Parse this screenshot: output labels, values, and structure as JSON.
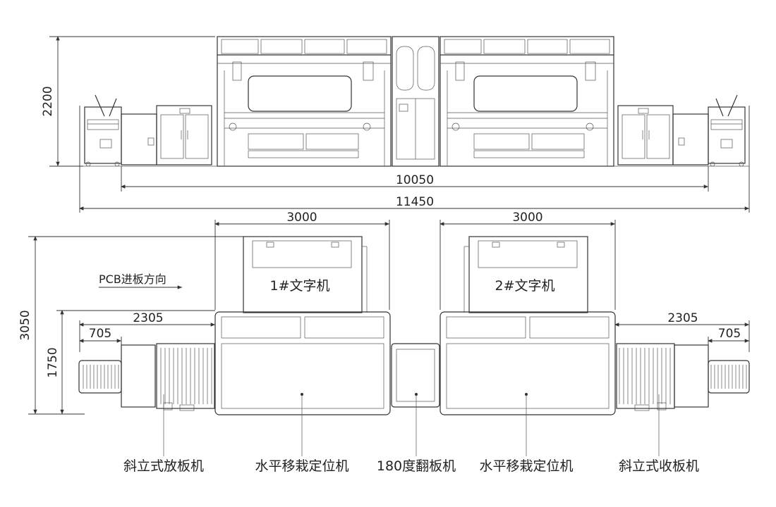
{
  "dimensions": {
    "height_front": "2200",
    "inner_length": "10050",
    "total_length": "11450",
    "machine_width_left": "3000",
    "machine_width_right": "3000",
    "plan_total_height": "3050",
    "plan_conveyor_height": "1750",
    "loader_length_left": "2305",
    "loader_inner_left": "705",
    "loader_length_right": "2305",
    "loader_inner_right": "705"
  },
  "direction_label": "PCB进板方向",
  "machines": {
    "printer_1": "1#文字机",
    "printer_2": "2#文字机"
  },
  "callouts": {
    "loader": "斜立式放板机",
    "positioner_left": "水平移栽定位机",
    "flipper": "180度翻板机",
    "positioner_right": "水平移栽定位机",
    "unloader": "斜立式收板机"
  }
}
